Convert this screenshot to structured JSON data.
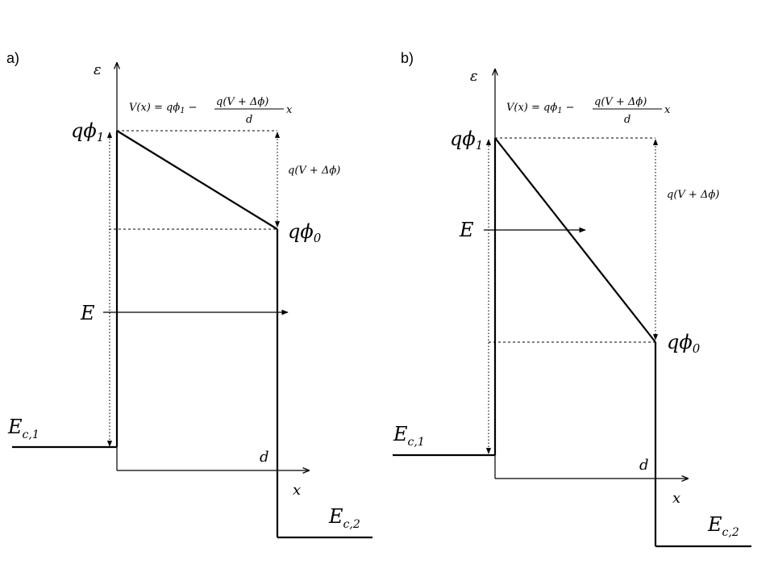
{
  "panel_a": {
    "label": "a)",
    "axis_y": "ε",
    "axis_x": "x",
    "equation": "V(x) = qϕ₁ − q(V + Δϕ)/d · x",
    "eq_left": "V(x) = qϕ",
    "eq_sub": "1",
    "eq_minus": "−",
    "eq_num": "q(V + Δϕ)",
    "eq_den": "d",
    "eq_x": "x",
    "q_phi1": "qϕ",
    "q_phi1_sub": "1",
    "q_phi0": "qϕ",
    "q_phi0_sub": "0",
    "delta": "q(V + Δϕ)",
    "field": "E",
    "ec1": "E",
    "ec1_sub": "c,1",
    "ec2": "E",
    "ec2_sub": "c,2",
    "d_label": "d"
  },
  "panel_b": {
    "label": "b)",
    "axis_y": "ε",
    "axis_x": "x",
    "eq_left": "V(x) = qϕ",
    "eq_sub": "1",
    "eq_minus": "−",
    "eq_num": "q(V + Δϕ)",
    "eq_den": "d",
    "eq_x": "x",
    "q_phi1": "qϕ",
    "q_phi1_sub": "1",
    "q_phi0": "qϕ",
    "q_phi0_sub": "0",
    "delta": "q(V + Δϕ)",
    "field": "E",
    "ec1": "E",
    "ec1_sub": "c,1",
    "ec2": "E",
    "ec2_sub": "c,2",
    "d_label": "d"
  }
}
